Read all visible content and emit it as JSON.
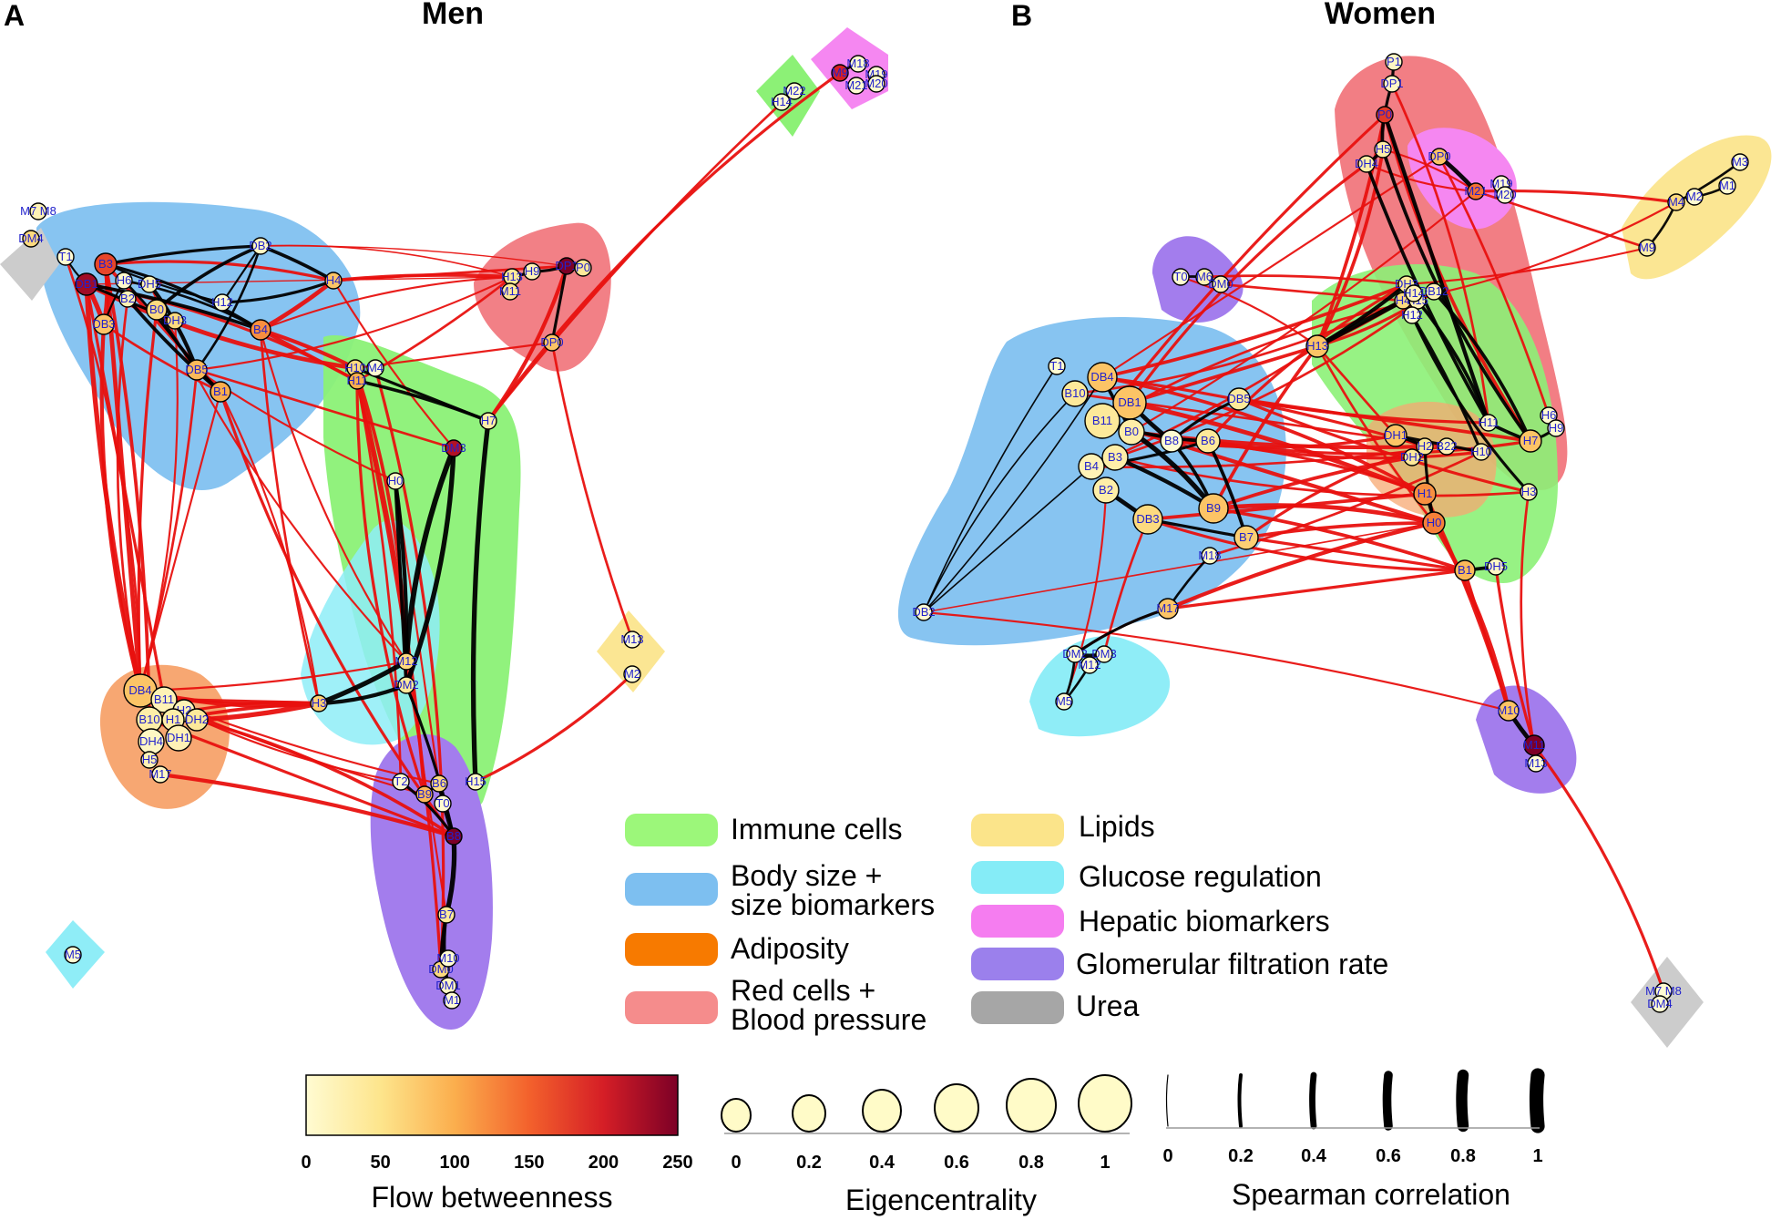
{
  "panels": [
    {
      "letter": "A",
      "title": "Men"
    },
    {
      "letter": "B",
      "title": "Women"
    }
  ],
  "legend": {
    "items": [
      {
        "label": "Immune cells",
        "color": "#9cf77a"
      },
      {
        "label": "Body size +\nsize biomarkers",
        "color": "#7dbff0"
      },
      {
        "label": "Adiposity",
        "color": "#f77a00"
      },
      {
        "label": "Red cells +\nBlood pressure",
        "color": "#f58c8c"
      },
      {
        "label": "Lipids",
        "color": "#fbe48a"
      },
      {
        "label": "Glucose regulation",
        "color": "#85ecf7"
      },
      {
        "label": "Hepatic biomarkers",
        "color": "#f57df0"
      },
      {
        "label": "Glomerular filtration rate",
        "color": "#9b80ec"
      },
      {
        "label": "Urea",
        "color": "#a6a6a6"
      }
    ]
  },
  "flow_betweenness": {
    "title": "Flow betweenness",
    "ticks": [
      "0",
      "50",
      "100",
      "150",
      "200",
      "250"
    ]
  },
  "eigencentrality": {
    "title": "Eigencentrality",
    "ticks": [
      "0",
      "0.2",
      "0.4",
      "0.6",
      "0.8",
      "1"
    ]
  },
  "spearman": {
    "title": "Spearman correlation",
    "ticks": [
      "0",
      "0.2",
      "0.4",
      "0.6",
      "0.8",
      "1"
    ]
  },
  "colors": {
    "positive_edge": "#e8110f",
    "negative_edge": "#000000",
    "node_low": "#fff9cc",
    "node_mid": "#f7a13f",
    "node_high": "#7a0020",
    "label": "#2222cc"
  },
  "networks": {
    "men": {
      "nodes": [
        {
          "id": "M7 M8",
          "v": 20
        },
        {
          "id": "DM4",
          "v": 60
        },
        {
          "id": "T1",
          "v": 0
        },
        {
          "id": "B3",
          "v": 170
        },
        {
          "id": "DB1",
          "v": 230
        },
        {
          "id": "H6",
          "v": 5
        },
        {
          "id": "DH5",
          "v": 20
        },
        {
          "id": "B2",
          "v": 20
        },
        {
          "id": "B0",
          "v": 60
        },
        {
          "id": "DH3",
          "v": 60
        },
        {
          "id": "DB3",
          "v": 80
        },
        {
          "id": "DB5",
          "v": 90
        },
        {
          "id": "B1",
          "v": 100
        },
        {
          "id": "B4",
          "v": 120
        },
        {
          "id": "H12",
          "v": 0
        },
        {
          "id": "DB2",
          "v": 10
        },
        {
          "id": "H4",
          "v": 80
        },
        {
          "id": "H13",
          "v": 40
        },
        {
          "id": "M11",
          "v": 40
        },
        {
          "id": "H9",
          "v": 20
        },
        {
          "id": "DP1",
          "v": 250
        },
        {
          "id": "P0",
          "v": 40
        },
        {
          "id": "DP0",
          "v": 80
        },
        {
          "id": "M9",
          "v": 200
        },
        {
          "id": "M18",
          "v": 0
        },
        {
          "id": "M19",
          "v": 0
        },
        {
          "id": "M20",
          "v": 0
        },
        {
          "id": "M21",
          "v": 0
        },
        {
          "id": "M22",
          "v": 0
        },
        {
          "id": "H14",
          "v": 0
        },
        {
          "id": "H10",
          "v": 60
        },
        {
          "id": "M4",
          "v": 0
        },
        {
          "id": "H11",
          "v": 100
        },
        {
          "id": "H7",
          "v": 30
        },
        {
          "id": "DM3",
          "v": 220
        },
        {
          "id": "H0",
          "v": 10
        },
        {
          "id": "M13",
          "v": 0
        },
        {
          "id": "M2",
          "v": 0
        },
        {
          "id": "DB4",
          "v": 80
        },
        {
          "id": "B11",
          "v": 20
        },
        {
          "id": "B10",
          "v": 30
        },
        {
          "id": "H2",
          "v": 20
        },
        {
          "id": "H1",
          "v": 30
        },
        {
          "id": "DH2",
          "v": 40
        },
        {
          "id": "DH1",
          "v": 20
        },
        {
          "id": "DH4",
          "v": 10
        },
        {
          "id": "H5",
          "v": 20
        },
        {
          "id": "M17",
          "v": 10
        },
        {
          "id": "H3",
          "v": 70
        },
        {
          "id": "M12",
          "v": 60
        },
        {
          "id": "DM2",
          "v": 40
        },
        {
          "id": "T2",
          "v": 0
        },
        {
          "id": "B6",
          "v": 60
        },
        {
          "id": "B9",
          "v": 90
        },
        {
          "id": "T0",
          "v": 0
        },
        {
          "id": "H15",
          "v": 10
        },
        {
          "id": "B8",
          "v": 250
        },
        {
          "id": "B7",
          "v": 40
        },
        {
          "id": "DM0",
          "v": 60
        },
        {
          "id": "DM1",
          "v": 10
        },
        {
          "id": "M1",
          "v": 0
        },
        {
          "id": "M5",
          "v": 0
        },
        {
          "id": "M10",
          "v": 0
        }
      ]
    },
    "women": {
      "nodes": [
        {
          "id": "P1",
          "v": 10
        },
        {
          "id": "DP1",
          "v": 10
        },
        {
          "id": "P0",
          "v": 180
        },
        {
          "id": "H5",
          "v": 30
        },
        {
          "id": "DH4",
          "v": 30
        },
        {
          "id": "DP0",
          "v": 80
        },
        {
          "id": "M21",
          "v": 140
        },
        {
          "id": "M19",
          "v": 0
        },
        {
          "id": "M20",
          "v": 0
        },
        {
          "id": "M3",
          "v": 0
        },
        {
          "id": "M1",
          "v": 0
        },
        {
          "id": "M4",
          "v": 60
        },
        {
          "id": "M2",
          "v": 0
        },
        {
          "id": "M9",
          "v": 30
        },
        {
          "id": "T0",
          "v": 0
        },
        {
          "id": "M6",
          "v": 20
        },
        {
          "id": "DM0",
          "v": 20
        },
        {
          "id": "T1",
          "v": 0
        },
        {
          "id": "DB4",
          "v": 80
        },
        {
          "id": "B10",
          "v": 40
        },
        {
          "id": "DB1",
          "v": 80
        },
        {
          "id": "B11",
          "v": 40
        },
        {
          "id": "B0",
          "v": 30
        },
        {
          "id": "B8",
          "v": 0
        },
        {
          "id": "B6",
          "v": 40
        },
        {
          "id": "DB5",
          "v": 40
        },
        {
          "id": "B4",
          "v": 20
        },
        {
          "id": "B3",
          "v": 30
        },
        {
          "id": "B2",
          "v": 30
        },
        {
          "id": "B9",
          "v": 80
        },
        {
          "id": "DB3",
          "v": 60
        },
        {
          "id": "B7",
          "v": 70
        },
        {
          "id": "M18",
          "v": 10
        },
        {
          "id": "M17",
          "v": 80
        },
        {
          "id": "DB2",
          "v": 0
        },
        {
          "id": "DM2",
          "v": 0
        },
        {
          "id": "DM3",
          "v": 0
        },
        {
          "id": "M12",
          "v": 0
        },
        {
          "id": "M5",
          "v": 0
        },
        {
          "id": "H13",
          "v": 80
        },
        {
          "id": "DH3",
          "v": 40
        },
        {
          "id": "H4",
          "v": 60
        },
        {
          "id": "H15",
          "v": 20
        },
        {
          "id": "H12",
          "v": 0
        },
        {
          "id": "DB12",
          "v": 20
        },
        {
          "id": "H14",
          "v": 20
        },
        {
          "id": "DH1",
          "v": 80
        },
        {
          "id": "H2",
          "v": 40
        },
        {
          "id": "DH2",
          "v": 40
        },
        {
          "id": "B22",
          "v": 20
        },
        {
          "id": "H10",
          "v": 20
        },
        {
          "id": "H11",
          "v": 10
        },
        {
          "id": "H7",
          "v": 80
        },
        {
          "id": "H6",
          "v": 0
        },
        {
          "id": "H9",
          "v": 0
        },
        {
          "id": "H1",
          "v": 120
        },
        {
          "id": "H0",
          "v": 130
        },
        {
          "id": "H3",
          "v": 20
        },
        {
          "id": "B1",
          "v": 90
        },
        {
          "id": "DH5",
          "v": 10
        },
        {
          "id": "M10",
          "v": 80
        },
        {
          "id": "M11",
          "v": 250
        },
        {
          "id": "M13",
          "v": 0
        },
        {
          "id": "M7 M8",
          "v": 0
        },
        {
          "id": "DM4",
          "v": 0
        }
      ]
    }
  }
}
